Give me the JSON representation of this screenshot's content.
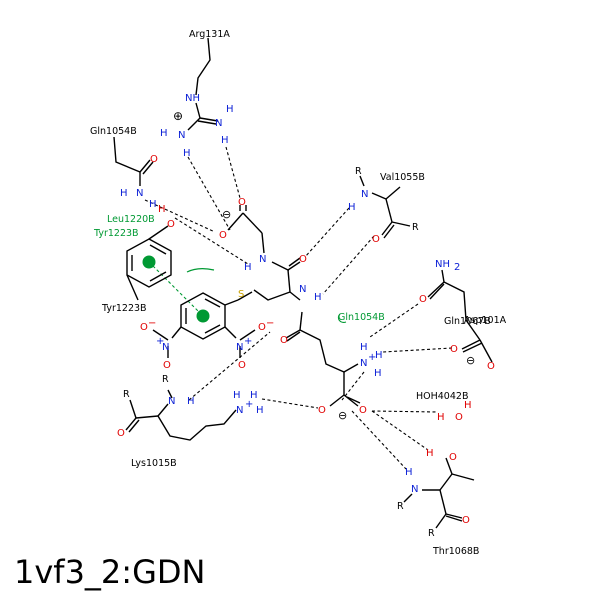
{
  "title": "1vf3_2:GDN",
  "residues": {
    "arg131a": "Arg131A",
    "gln1054b_top": "Gln1054B",
    "val1055b": "Val1055B",
    "leu1220b": "Leu1220B",
    "tyr1223b_green": "Tyr1223B",
    "tyr1223b": "Tyr1223B",
    "gln1054b_green": "Gln1054B",
    "gln1067b": "Gln1067B",
    "asp101a": "Asp101A",
    "hoh4042b": "HOH4042B",
    "lys1015b": "Lys1015B",
    "thr1068b": "Thr1068B"
  },
  "atoms": {
    "N": "N",
    "H": "H",
    "O": "O",
    "S": "S",
    "R": "R",
    "NH": "NH",
    "NH2": "NH",
    "sub2": "2",
    "plus": "+",
    "minus": "−",
    "circleplus": "⊕",
    "circleminus": "⊖"
  },
  "colors": {
    "nitrogen": "#0b1fd6",
    "oxygen": "#e00000",
    "sulfur": "#c8a000",
    "hydrophobic": "#009933",
    "ring_centroid": "#009933"
  }
}
